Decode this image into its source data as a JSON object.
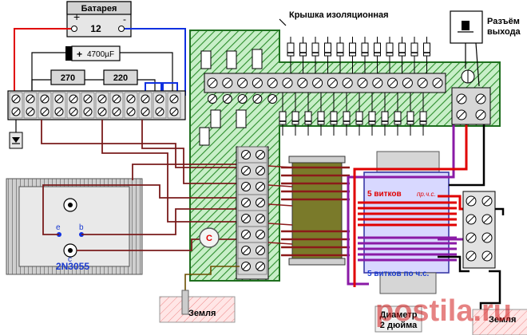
{
  "labels": {
    "battery_title": "Батарея",
    "battery_plus": "+",
    "battery_minus": "-",
    "battery_value": "12",
    "capacitor_plus": "+",
    "capacitor_value": "4700µF",
    "resistor_1": "270",
    "resistor_2": "220",
    "cover": "Крышка изоляционная",
    "output_line1": "Разъём",
    "output_line2": "выхода",
    "transistor_e": "e",
    "transistor_b": "b",
    "transistor_c": "c",
    "transistor_model": "2N3055",
    "cap_c": "C",
    "coil_top": "5 витков",
    "coil_top_dir": "пр.ч.с.",
    "coil_bottom": "5 витков по ч.с.",
    "diameter_line1": "Диаметр",
    "diameter_line2": "2 дюйма",
    "ground_left": "Земля",
    "ground_right": "Земля",
    "watermark": "postila.ru"
  },
  "colors": {
    "wire_red": "#e00000",
    "wire_blue": "#1030e0",
    "wire_brown": "#7a1c1c",
    "wire_purple": "#8a1aa6",
    "board_green": "#2f8f2f",
    "coil_body": "#7a7a2a",
    "coil_winding": "#8b1a1a",
    "transformer_blue": "#3a3aa6",
    "text_blue": "#1a3ad0",
    "text_red": "#e00000",
    "watermark_red": "#d21e1e"
  }
}
